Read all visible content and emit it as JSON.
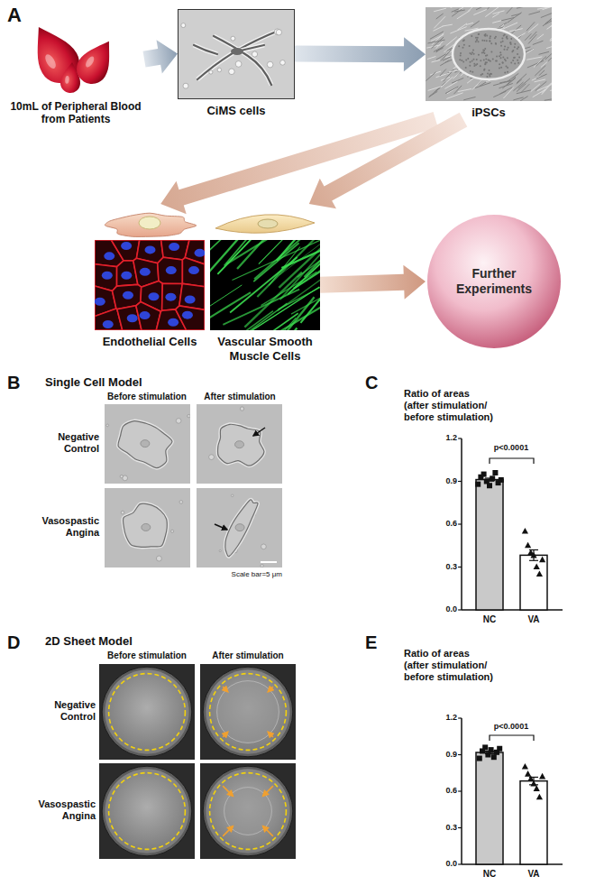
{
  "diagram": {
    "nodes": [
      {
        "text": [
          "10mL of Peripheral Blood from Patients"
        ]
      },
      {
        "text": [
          "CiMS cells"
        ]
      },
      {
        "text": [
          "iPSCs"
        ]
      },
      {
        "text": [
          "Endothelial Cells"
        ]
      },
      {
        "text": [
          "Vascular Smooth Muscle Cells"
        ]
      },
      {
        "text": [
          "Further Experiments"
        ]
      }
    ],
    "edges": [
      {
        "from": 0,
        "to": 1,
        "arrow": "to"
      },
      {
        "from": 1,
        "to": 2,
        "arrow": "to"
      },
      {
        "from": 2,
        "to": 3,
        "arrow": "to"
      },
      {
        "from": 2,
        "to": 4,
        "arrow": "to"
      },
      {
        "from": 4,
        "to": 5,
        "arrow": "to"
      }
    ],
    "labels": [
      "A",
      "B",
      "Single Cell Model",
      "Before stimulation",
      "After stimulation",
      "Negative Control",
      "Vasospastic Angina",
      "Scale bar=5 μm",
      "C",
      "Ratio of areas (after stimulation/ before stimulation)",
      "p<0.0001",
      "1.2",
      "0.9",
      "0.6",
      "0.3",
      "0.0",
      "NC",
      "VA",
      "D",
      "2D Sheet Model",
      "Before stimulation",
      "After stimulation",
      "Negative Control",
      "Vasospastic Angina",
      "E",
      "Ratio of areas (after stimulation/ before stimulation)",
      "p<0.0001",
      "1.2",
      "0.9",
      "0.6",
      "0.3",
      "0.0",
      "NC",
      "VA"
    ]
  }
}
